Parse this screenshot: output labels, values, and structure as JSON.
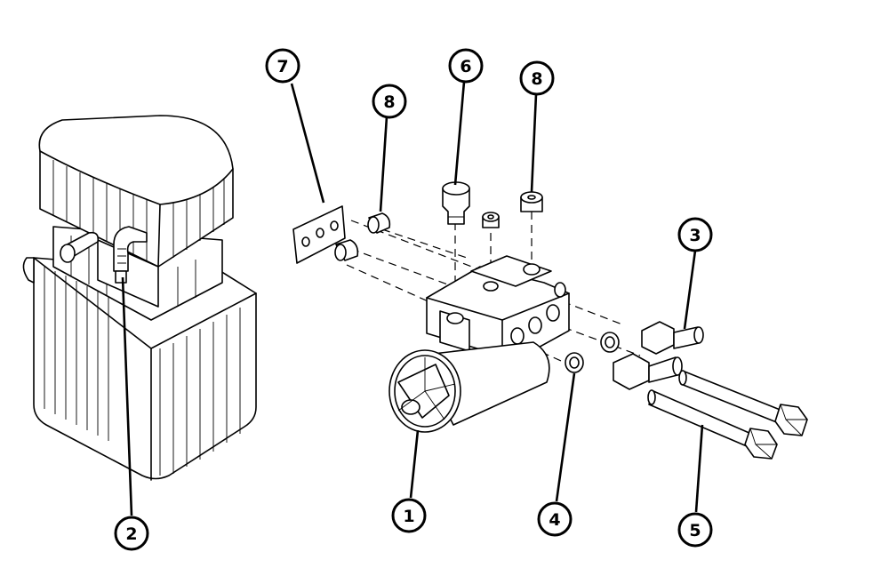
{
  "diagram": {
    "type": "exploded-parts-view",
    "callouts": [
      {
        "id": "c1",
        "label": "1"
      },
      {
        "id": "c2",
        "label": "2"
      },
      {
        "id": "c3",
        "label": "3"
      },
      {
        "id": "c4",
        "label": "4"
      },
      {
        "id": "c5",
        "label": "5"
      },
      {
        "id": "c6",
        "label": "6"
      },
      {
        "id": "c7",
        "label": "7"
      },
      {
        "id": "c8a",
        "label": "8"
      },
      {
        "id": "c8b",
        "label": "8"
      }
    ]
  }
}
